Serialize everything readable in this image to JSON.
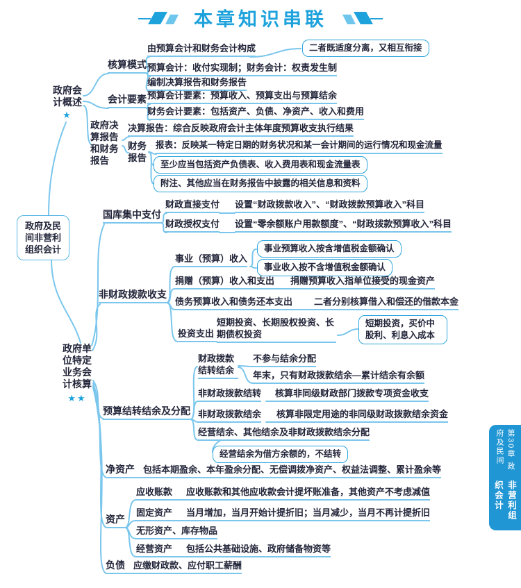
{
  "title": {
    "text": "本章知识串联"
  },
  "root": {
    "label": "政府及民间非营利组织会计"
  },
  "chapter_tab": {
    "line1": "第30章 政府及民间",
    "line2": "非营利组织会计"
  },
  "branch1": {
    "label": "政府会计概述",
    "stars": "★",
    "mode": {
      "label": "核算模式",
      "items": [
        "由预算会计和财务会计构成",
        "预算会计：收付实现制；财务会计：权责发生制",
        "编制决算报告和财务报告"
      ],
      "note": "二者既适度分离，又相互衔接"
    },
    "elements": {
      "label": "会计要素",
      "items": [
        "预算会计要素：预算收入、预算支出与预算结余",
        "财务会计要素：包括资产、负债、净资产、收入和费用"
      ]
    },
    "reports": {
      "label": "政府决算报告和财务报告",
      "final_report": "决算报告：综合反映政府会计主体年度预算收支执行结果",
      "financial_label": "财务报告",
      "statement": "报表：反映某一特定日期的财务状况和某一会计期间的运行情况和现金流量",
      "minimum": "至少应当包括资产负债表、收入费用表和现金流量表",
      "notes": "附注、其他应当在财务报告中披露的相关信息和资料"
    }
  },
  "branch2": {
    "label": "政府单位特定业务会计核算",
    "stars": "★★",
    "treasury": {
      "label": "国库集中支付",
      "direct_label": "财政直接支付",
      "direct_text": "设置“财政拨款收入”、“财政拨款预算收入”科目",
      "authorized_label": "财政授权支付",
      "authorized_text": "设置“零余额账户用款额度”、“财政拨款预算收入”科目"
    },
    "nonfiscal": {
      "label": "非财政拨款收支",
      "career_label": "事业（预算）收入",
      "career_box1": "事业预算收入按含增值税金额确认",
      "career_box2": "事业收入按不含增值税金额确认",
      "donation_label": "捐赠（预算）收入和支出",
      "donation_text": "捐赠预算收入指单位接受的现金资产",
      "debt_label": "债务预算收入和债务还本支出",
      "debt_text": "二者分别核算借入和偿还的借款本金",
      "invest_label": "投资支出",
      "invest_text": "短期投资、长期股权投资、长期债权投资",
      "invest_note": "短期投资，买价中股利、利息入成本"
    },
    "carryover": {
      "label": "预算结转结余及分配",
      "fiscal_label": "财政拨款结转结余",
      "fiscal_item1": "不参与结余分配",
      "fiscal_item2": "年末，只有财政拨款结余—累计结余有余额",
      "nonfiscal_transfer_label": "非财政拨款结转",
      "nonfiscal_transfer_text": "核算非同级财政部门拨款专项资金收支",
      "nonfiscal_surplus_label": "非财政拨款结余",
      "nonfiscal_surplus_text": "核算非限定用途的非同级财政拨款结余资金",
      "operating": "经营结余、其他结余及非财政拨款结余分配",
      "operating_note": "经营结余为借方余额的，不结转"
    },
    "net_assets": {
      "label": "净资产",
      "text": "包括本期盈余、本年盈余分配、无偿调拨净资产、权益法调整、累计盈余等"
    },
    "assets": {
      "label": "资产",
      "receivable_label": "应收账款",
      "receivable_text": "应收账款和其他应收款会计提坏账准备，其他资产不考虑减值",
      "fixed_label": "固定资产",
      "fixed_text": "当月增加，当月开始计提折旧；当月减少，当月不再计提折旧",
      "intangible": "无形资产、库存物品",
      "operating_label": "经营资产",
      "operating_text": "包括公共基础设施、政府储备物资等"
    },
    "liabilities": {
      "label": "负债",
      "text": "应缴财政款、应付职工薪酬"
    }
  },
  "colors": {
    "accent": "#1da2dc",
    "line": "#7ac6ed",
    "text": "#23263a",
    "box_border": "#2da4dd",
    "tab_bg": "#2196d4"
  }
}
